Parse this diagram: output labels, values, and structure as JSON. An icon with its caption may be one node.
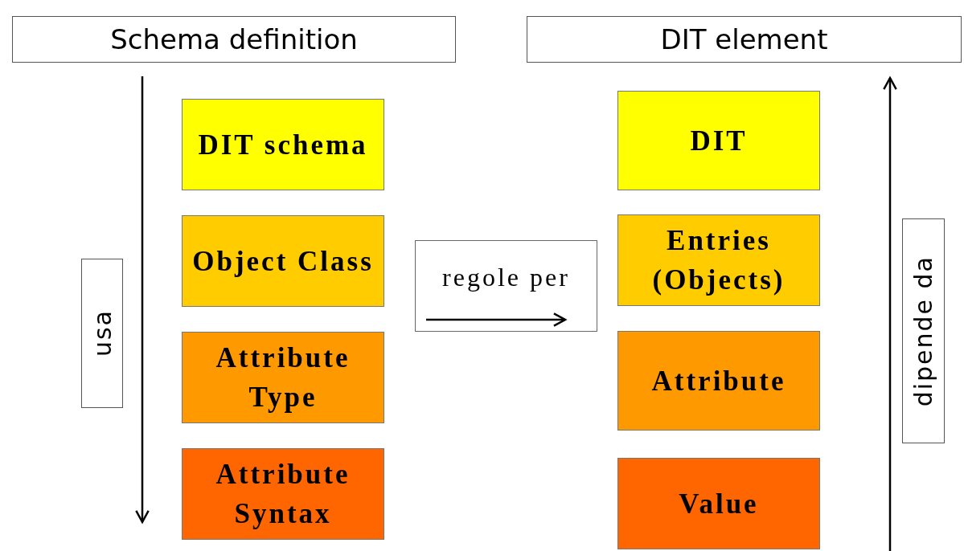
{
  "diagram": {
    "nodes": [
      {
        "text": [
          "Schema definition"
        ]
      },
      {
        "text": [
          "DIT element"
        ]
      },
      {
        "text": [
          "DIT schema"
        ]
      },
      {
        "text": [
          "Object Class"
        ]
      },
      {
        "text": [
          "Attribute Type"
        ]
      },
      {
        "text": [
          "Attribute Syntax"
        ]
      },
      {
        "text": [
          "usa"
        ]
      },
      {
        "text": [
          "regole per"
        ]
      },
      {
        "text": [
          "DIT"
        ]
      },
      {
        "text": [
          "Entries (Objects)"
        ]
      },
      {
        "text": [
          "Attribute"
        ]
      },
      {
        "text": [
          "Value"
        ]
      },
      {
        "text": [
          "dipende da"
        ]
      }
    ]
  }
}
